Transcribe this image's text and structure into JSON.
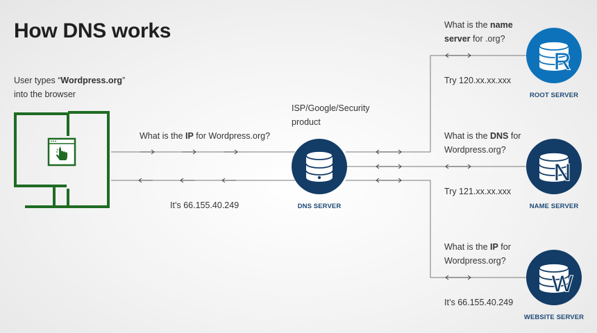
{
  "title": "How DNS works",
  "user": {
    "line1_pre": "User types “",
    "line1_bold": "Wordpress.org",
    "line1_post": "”",
    "line2": "into the browser"
  },
  "isp": {
    "line1": "ISP/Google/Security",
    "line2": "product"
  },
  "query_ip": {
    "pre": "What is the ",
    "bold": "IP",
    "post": " for Wordpress.org?"
  },
  "answer_ip": "It’s 66.155.40.249",
  "dns_server_label": "DNS SERVER",
  "root": {
    "q_line1_pre": "What is the ",
    "q_line1_bold": "name",
    "q_line2_bold": "server",
    "q_line2_post": " for .org?",
    "answer": "Try 120.xx.xx.xxx",
    "label": "ROOT SERVER",
    "letter": "R"
  },
  "name": {
    "q_line1_pre": "What is the ",
    "q_line1_bold": "DNS",
    "q_line1_post": " for",
    "q_line2": "Wordpress.org?",
    "answer": "Try 121.xx.xx.xxx",
    "label": "NAME SERVER",
    "letter": "N"
  },
  "website": {
    "q_line1_pre": "What is the ",
    "q_line1_bold": "IP",
    "q_line1_post": " for",
    "q_line2": "Wordpress.org?",
    "answer": "It’s 66.155.40.249",
    "label": "WEBSITE SERVER",
    "letter": "W"
  },
  "colors": {
    "green": "#1f6b23",
    "blue": "#0e72ba",
    "navy": "#133c66",
    "line": "#7a7a7a"
  }
}
